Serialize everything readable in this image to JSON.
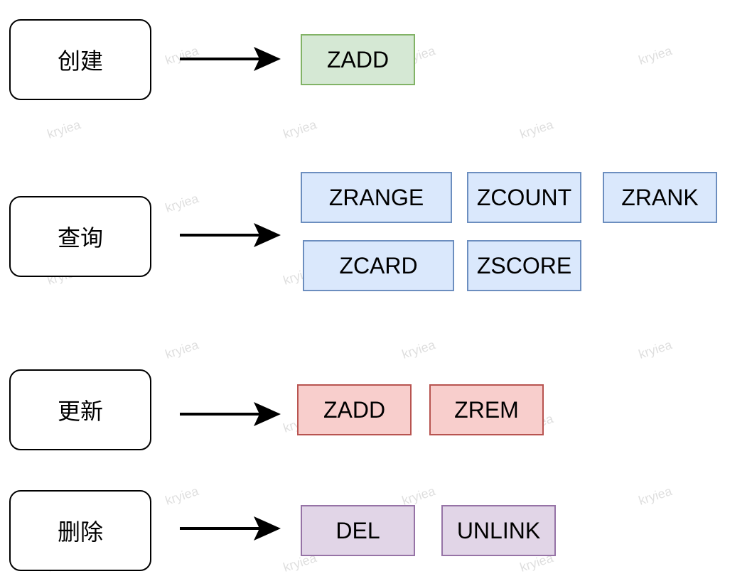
{
  "watermark": "kryiea",
  "rows": [
    {
      "category": "创建",
      "commands": [
        "ZADD"
      ],
      "color": "green"
    },
    {
      "category": "查询",
      "commands": [
        "ZRANGE",
        "ZCOUNT",
        "ZRANK",
        "ZCARD",
        "ZSCORE"
      ],
      "color": "blue"
    },
    {
      "category": "更新",
      "commands": [
        "ZADD",
        "ZREM"
      ],
      "color": "red"
    },
    {
      "category": "删除",
      "commands": [
        "DEL",
        "UNLINK"
      ],
      "color": "purple"
    }
  ],
  "colors": {
    "green": {
      "fill": "#d5e8d4",
      "stroke": "#82b366"
    },
    "blue": {
      "fill": "#dae8fc",
      "stroke": "#6c8ebf"
    },
    "red": {
      "fill": "#f8cecc",
      "stroke": "#b85450"
    },
    "purple": {
      "fill": "#e1d5e7",
      "stroke": "#9673a6"
    }
  }
}
